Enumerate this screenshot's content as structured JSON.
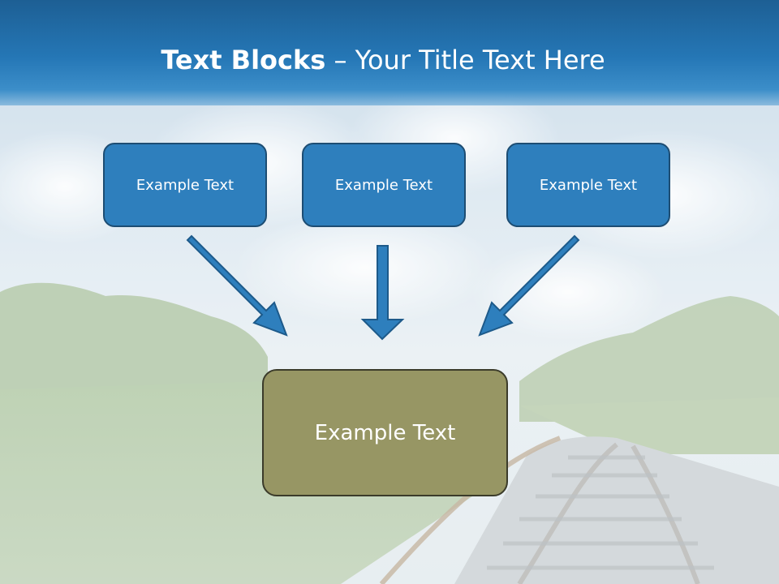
{
  "slide": {
    "title_bold": "Text Blocks",
    "title_dash": " – ",
    "title_rest": "Your Title Text Here",
    "boxes": [
      {
        "label": "Example Text"
      },
      {
        "label": "Example Text"
      },
      {
        "label": "Example Text"
      }
    ],
    "main_box": {
      "label": "Example Text"
    }
  },
  "colors": {
    "title_bar": "#2577b6",
    "box_fill": "#2e7fbd",
    "box_border": "#1d4d73",
    "main_box_fill": "#979664",
    "arrow_fill": "#2e7fbd"
  },
  "background": {
    "description_icon": "landscape-sky-railway"
  }
}
